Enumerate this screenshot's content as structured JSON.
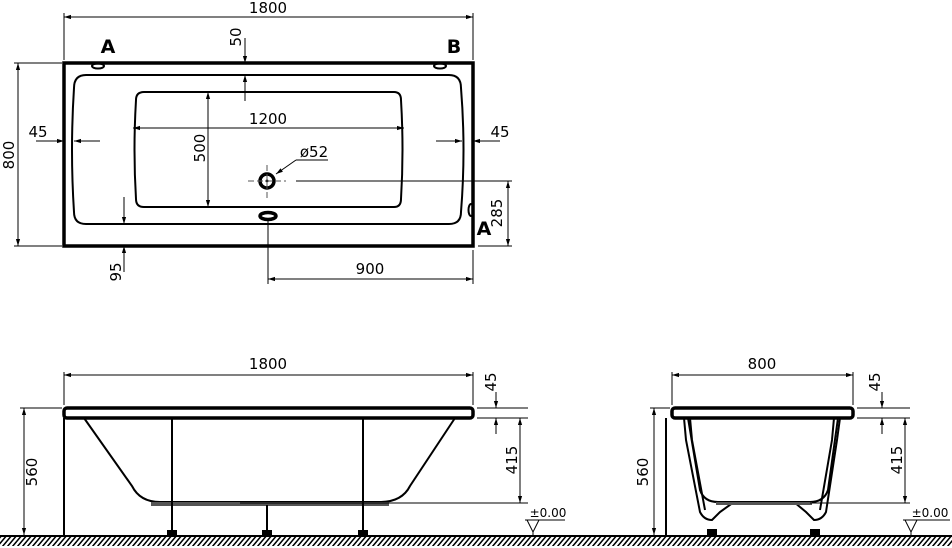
{
  "top_view": {
    "length": "1800",
    "width": "800",
    "rim_top": "50",
    "rim_left": "45",
    "rim_right": "45",
    "basin_length": "1200",
    "basin_width": "500",
    "drain_diameter": "ø52",
    "drain_offset": "285",
    "overflow_offset": "95",
    "drain_position": "900",
    "label_a_left": "A",
    "label_b": "B",
    "label_a_right": "A"
  },
  "side_view": {
    "length": "1800",
    "total_height": "560",
    "rim_height": "45",
    "depth": "415",
    "level": "±0.00"
  },
  "end_view": {
    "width": "800",
    "total_height": "560",
    "rim_height": "45",
    "depth": "415",
    "level": "±0.00"
  },
  "colors": {
    "line": "#000000",
    "background": "#ffffff"
  }
}
